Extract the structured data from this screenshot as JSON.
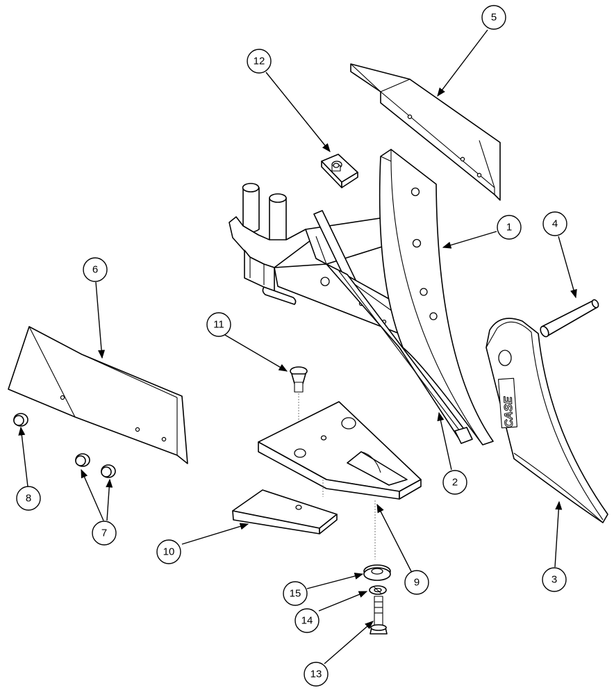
{
  "callouts": [
    {
      "id": "1",
      "label": "1"
    },
    {
      "id": "2",
      "label": "2"
    },
    {
      "id": "3",
      "label": "3"
    },
    {
      "id": "4",
      "label": "4"
    },
    {
      "id": "5",
      "label": "5"
    },
    {
      "id": "6",
      "label": "6"
    },
    {
      "id": "7",
      "label": "7"
    },
    {
      "id": "8",
      "label": "8"
    },
    {
      "id": "9",
      "label": "9"
    },
    {
      "id": "10",
      "label": "10"
    },
    {
      "id": "11",
      "label": "11"
    },
    {
      "id": "12",
      "label": "12"
    },
    {
      "id": "13",
      "label": "13"
    },
    {
      "id": "14",
      "label": "14"
    },
    {
      "id": "15",
      "label": "15"
    }
  ],
  "logo": {
    "text": "CASE"
  }
}
